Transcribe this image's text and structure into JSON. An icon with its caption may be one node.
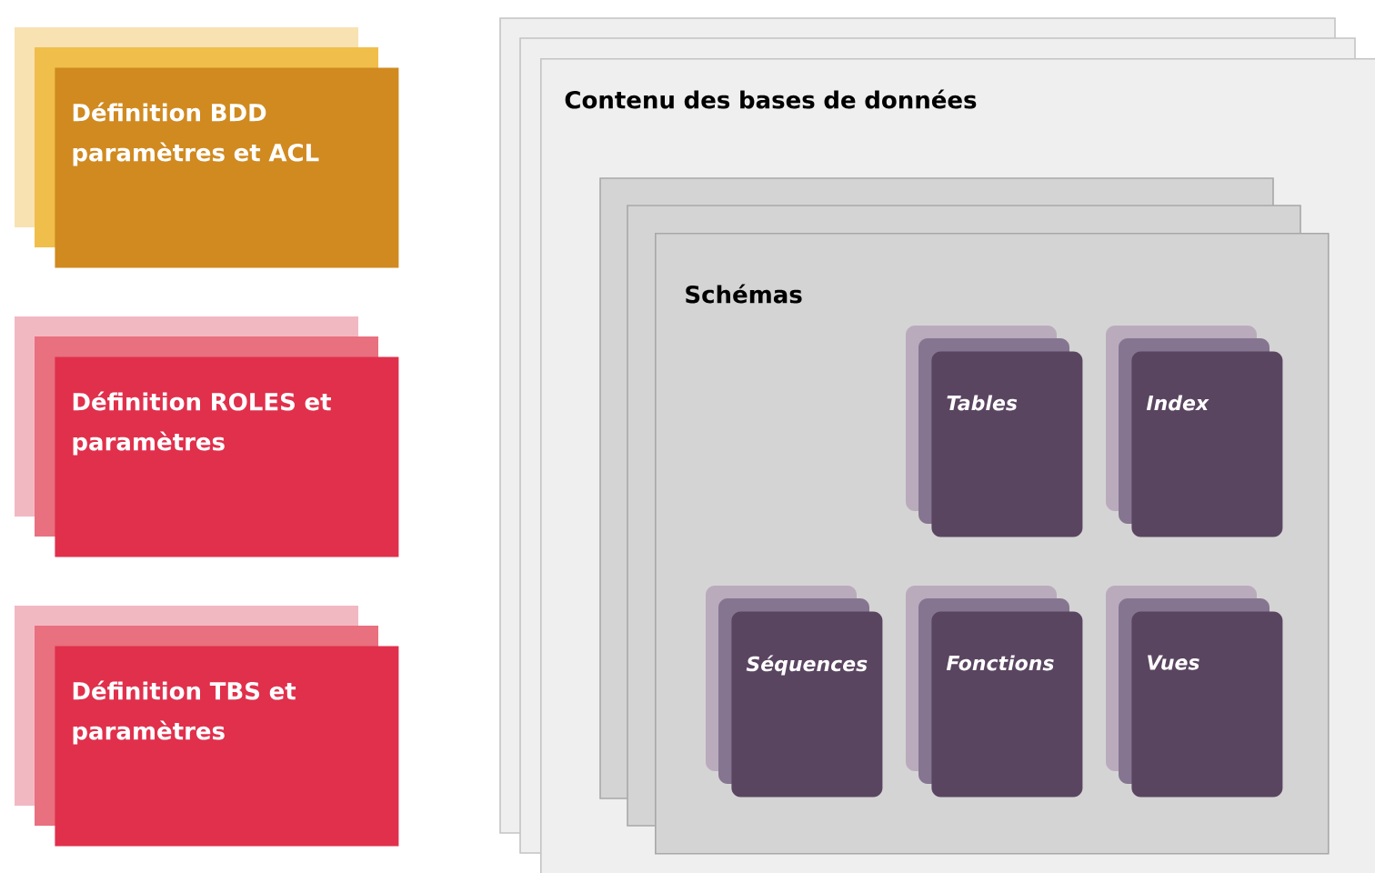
{
  "diagram": {
    "nodes": [
      {
        "text": [
          "Définition BDD paramètres et ACL"
        ]
      },
      {
        "text": [
          "Définition ROLES et paramètres"
        ]
      },
      {
        "text": [
          "Définition TBS et paramètres"
        ]
      },
      {
        "text": [
          "Contenu des bases de données"
        ]
      },
      {
        "text": [
          "Schémas"
        ],
        "in": 3
      },
      {
        "text": [
          "Tables"
        ],
        "in": 4
      },
      {
        "text": [
          "Index"
        ],
        "in": 4
      },
      {
        "text": [
          "Séquences"
        ],
        "in": 4
      },
      {
        "text": [
          "Fonctions"
        ],
        "in": 4
      },
      {
        "text": [
          "Vues"
        ],
        "in": 4
      }
    ]
  }
}
